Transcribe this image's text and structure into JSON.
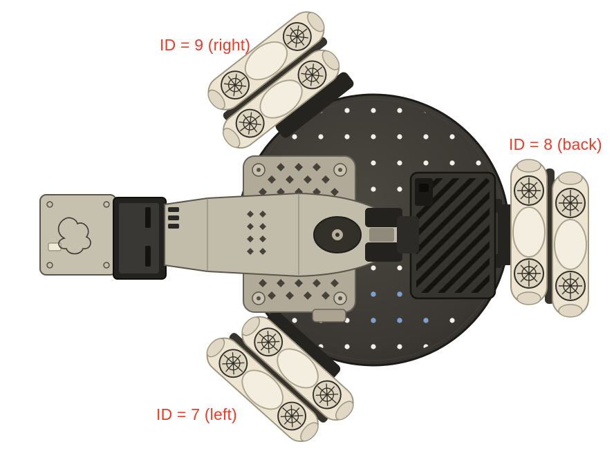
{
  "figure": {
    "labels": [
      {
        "name": "wheel-id-9-label",
        "text": "ID = 9 (right)"
      },
      {
        "name": "wheel-id-8-label",
        "text": "ID = 8 (back)"
      },
      {
        "name": "wheel-id-7-label",
        "text": "ID = 7 (left)"
      }
    ],
    "colors": {
      "label": "#ee3a24",
      "background": "#ffffff",
      "base_plate": "#3b3833",
      "plate_dots": "#f2efe8",
      "accent_dots": "#7d9fd0",
      "wheel_body": "#ede5d2",
      "arm_body": "#c2bcab",
      "dark_parts": "#23221f"
    }
  }
}
